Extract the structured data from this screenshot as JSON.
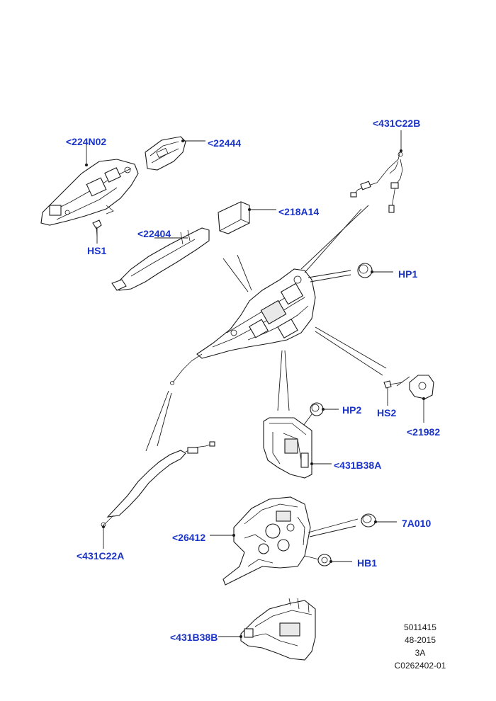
{
  "callouts": {
    "c224N02": "<224N02",
    "c22444": "<22444",
    "c431C22B": "<431C22B",
    "c218A14": "<218A14",
    "HS1": "HS1",
    "c22404": "<22404",
    "HP1": "HP1",
    "HS2": "HS2",
    "c21982": "<21982",
    "HP2": "HP2",
    "c431B38A_upper": "<431B38A",
    "c26412": "<26412",
    "A7010": "7A010",
    "HB1": "HB1",
    "c431C22A": "<431C22A",
    "c431B38B": "<431B38B"
  },
  "footer": {
    "line1": "5011415",
    "line2": "48-2015",
    "line3": "3A",
    "line4": "C0262402-01"
  }
}
